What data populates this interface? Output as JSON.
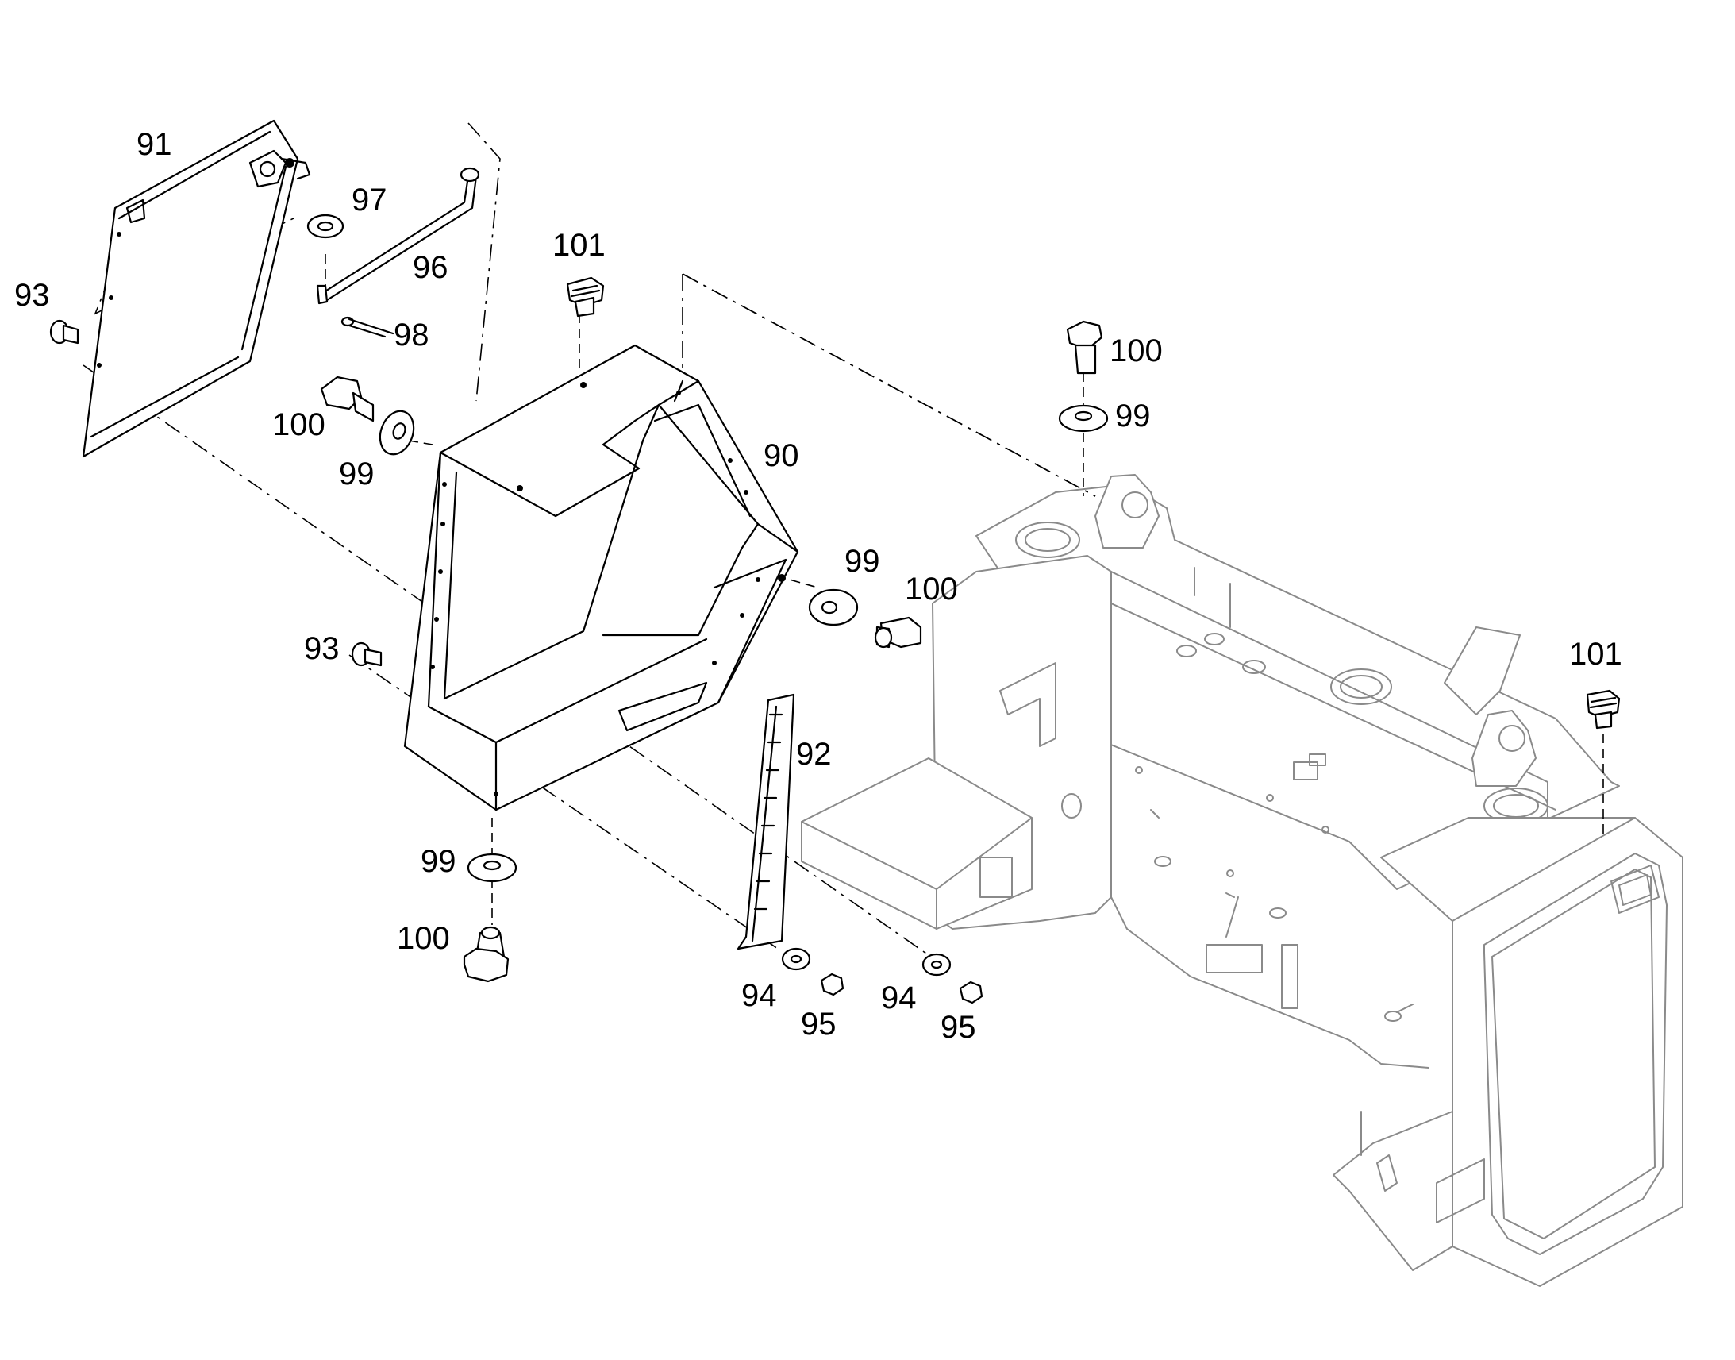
{
  "callouts": {
    "c91": "91",
    "c97": "97",
    "c96": "96",
    "c93a": "93",
    "c98": "98",
    "c101a": "101",
    "c100a": "100",
    "c99a": "99",
    "c90": "90",
    "c99b": "99",
    "c100b": "100",
    "c93b": "93",
    "c92": "92",
    "c99c": "99",
    "c100c": "100",
    "c94a": "94",
    "c95a": "95",
    "c94b": "94",
    "c95b": "95",
    "c100d": "100",
    "c99d": "99",
    "c101b": "101"
  }
}
